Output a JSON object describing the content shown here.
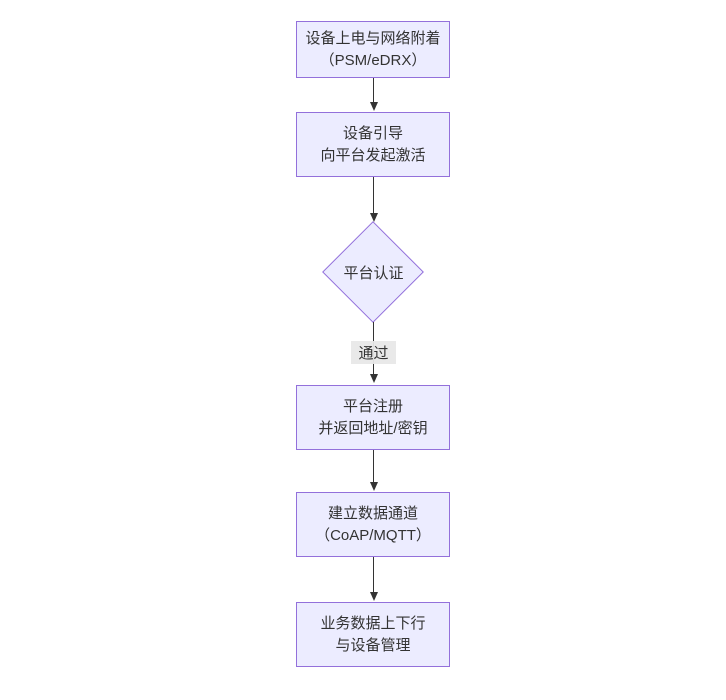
{
  "flowchart": {
    "title": "",
    "colors": {
      "background": "#ffffff",
      "node_fill": "#ECECFF",
      "node_border": "#9370DB",
      "line_color": "#333333",
      "text_color": "#333333",
      "edge_label_background": "#e8e8e8"
    },
    "nodes": [
      {
        "id": "power-attach",
        "type": "rect",
        "lines": [
          "设备上电与网络附着",
          "（PSM/eDRX）"
        ]
      },
      {
        "id": "device-bootstrap",
        "type": "rect",
        "lines": [
          "设备引导",
          "向平台发起激活"
        ]
      },
      {
        "id": "platform-auth",
        "type": "diamond",
        "lines": [
          "平台认证"
        ]
      },
      {
        "id": "platform-register",
        "type": "rect",
        "lines": [
          "平台注册",
          "并返回地址/密钥"
        ]
      },
      {
        "id": "data-channel",
        "type": "rect",
        "lines": [
          "建立数据通道",
          "（CoAP/MQTT）"
        ]
      },
      {
        "id": "business-data",
        "type": "rect",
        "lines": [
          "业务数据上下行",
          "与设备管理"
        ]
      }
    ],
    "edges": [
      {
        "from": "power-attach",
        "to": "device-bootstrap",
        "label": ""
      },
      {
        "from": "device-bootstrap",
        "to": "platform-auth",
        "label": ""
      },
      {
        "from": "platform-auth",
        "to": "platform-register",
        "label": "通过"
      },
      {
        "from": "platform-register",
        "to": "data-channel",
        "label": ""
      },
      {
        "from": "data-channel",
        "to": "business-data",
        "label": ""
      }
    ]
  }
}
